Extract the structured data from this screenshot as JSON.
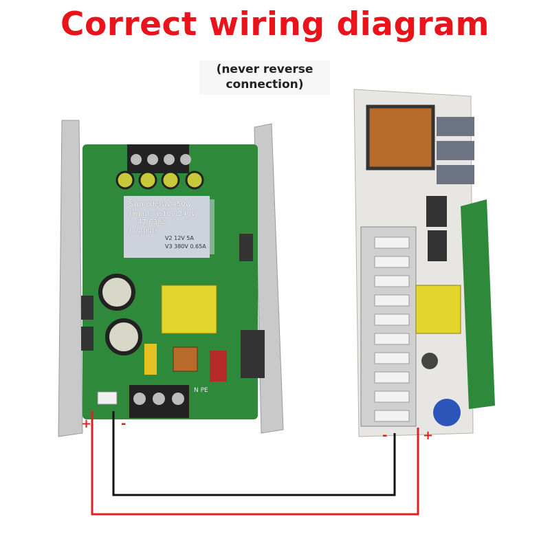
{
  "title": "Correct wiring diagram",
  "subtitle_line1": "(never reverse",
  "subtitle_line2": "connection)",
  "left_board": {
    "label_lines": [
      "Swmodelsw-450w",
      "(input) ac100-240v",
      "47/63hz",
      "(output)"
    ],
    "rating_v2": "V2 12V 5A",
    "rating_v3": "V3 380V 0.65A",
    "terminal_label": "N PE",
    "plus": "+",
    "minus": "-"
  },
  "right_board": {
    "plus": "+",
    "minus": "-"
  },
  "colors": {
    "title": "#e8131b",
    "positive_wire": "#e02020",
    "negative_wire": "#111111",
    "pcb_green": "#2e8a3a",
    "heatsink": "#c8c8c8"
  }
}
